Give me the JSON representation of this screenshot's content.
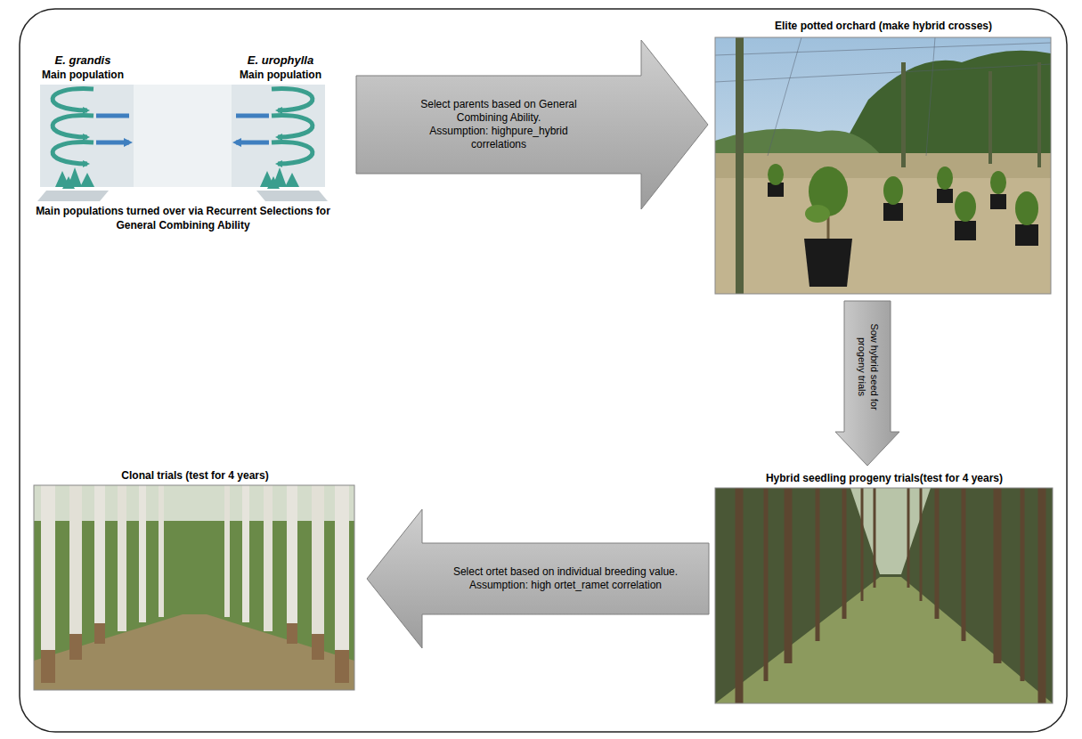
{
  "diagram": {
    "nodes": [
      {
        "text": [
          "E. grandis",
          "Main population",
          "E. urophylla",
          "Main population",
          "Main populations turned over via Recurrent Selections for General Combining Ability"
        ]
      },
      {
        "text": [
          "Elite potted orchard (make hybrid crosses)"
        ]
      },
      {
        "text": [
          "Hybrid seedling progeny trials(test for 4 years)"
        ]
      },
      {
        "text": [
          "Clonal trials (test for 4 years)"
        ]
      }
    ],
    "edges": [
      {
        "from": 0,
        "to": 1,
        "arrow": "to",
        "label": "Select parents based on General Combining Ability."
      },
      {
        "from": 1,
        "to": 2,
        "arrow": "to",
        "label": "Sow hybrid seed for progeny trials"
      },
      {
        "from": 2,
        "to": 3,
        "arrow": "to",
        "label": "Select ortet based on individual breeding value."
      }
    ],
    "labels": [
      "Assumption: highpure_hybrid correlations",
      "Assumption: high ortet_ramet correlation"
    ]
  }
}
